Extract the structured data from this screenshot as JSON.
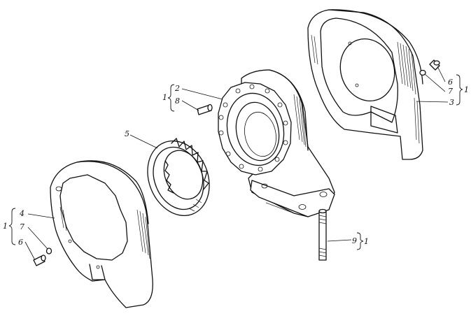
{
  "labels": {
    "part1_top": "1",
    "part2": "2",
    "part8_top": "8",
    "part5": "5",
    "part6_right": "6",
    "part7_right": "7",
    "part3": "3",
    "part1_right": "1",
    "part4": "4",
    "part7_left": "7",
    "part1_left": "1",
    "part6_left": "6",
    "part9": "9",
    "part1_bottom": "1"
  },
  "colors": {
    "line": "#111111",
    "paper": "#ffffff"
  }
}
